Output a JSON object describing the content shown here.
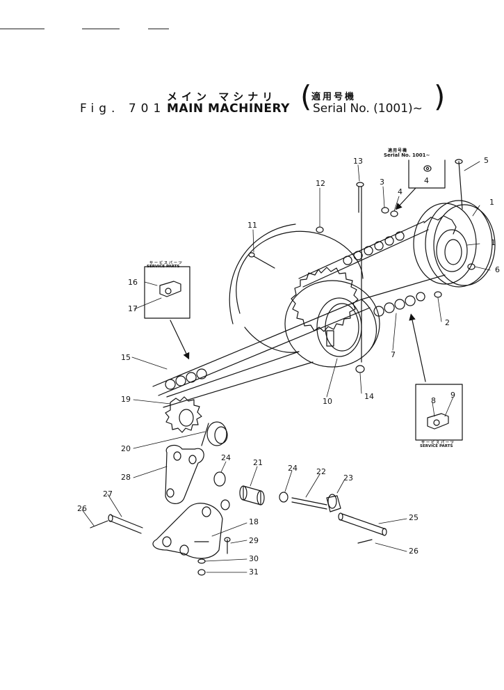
{
  "header": {
    "title_jp": "メイン マシナリ",
    "fig_label": "Fig. 701",
    "title": "MAIN MACHINERY",
    "serial_jp": "適用号機",
    "serial_en": "Serial No. (1001)~",
    "paren_open": "(",
    "paren_close": ")"
  },
  "serial_note": {
    "jp": "適用号機",
    "en": "Serial No. 1001~",
    "part": "4"
  },
  "service_boxes": [
    {
      "jp": "サービスパーツ",
      "en": "SERVICE PARTS",
      "parts": [
        "16",
        "17"
      ]
    },
    {
      "jp": "サービスパーツ",
      "en": "SERVICE PARTS",
      "parts": [
        "8",
        "9"
      ]
    }
  ],
  "callouts": [
    {
      "label": "1"
    },
    {
      "label": "1"
    },
    {
      "label": "2"
    },
    {
      "label": "3"
    },
    {
      "label": "4"
    },
    {
      "label": "5"
    },
    {
      "label": "6"
    },
    {
      "label": "7"
    },
    {
      "label": "10"
    },
    {
      "label": "11"
    },
    {
      "label": "12"
    },
    {
      "label": "13"
    },
    {
      "label": "14"
    },
    {
      "label": "15"
    },
    {
      "label": "19"
    },
    {
      "label": "20"
    },
    {
      "label": "28"
    },
    {
      "label": "24"
    },
    {
      "label": "21"
    },
    {
      "label": "24"
    },
    {
      "label": "22"
    },
    {
      "label": "23"
    },
    {
      "label": "27"
    },
    {
      "label": "26"
    },
    {
      "label": "18"
    },
    {
      "label": "29"
    },
    {
      "label": "30"
    },
    {
      "label": "31"
    },
    {
      "label": "25"
    },
    {
      "label": "26"
    }
  ]
}
